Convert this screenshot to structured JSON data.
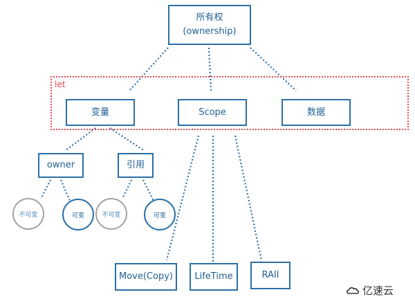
{
  "root": {
    "line1": "所有权",
    "line2": "(ownership)"
  },
  "group": {
    "label": "let"
  },
  "level1": {
    "variable": "变量",
    "scope": "Scope",
    "data": "数据"
  },
  "level2": {
    "owner": "owner",
    "reference": "引用"
  },
  "leaves": {
    "owner_immutable": "不可变",
    "owner_mutable": "可变",
    "ref_immutable": "不可变",
    "ref_mutable": "可变"
  },
  "scope_children": {
    "move": "Move(Copy)",
    "lifetime": "LifeTime",
    "raii": "RAII"
  },
  "watermark": {
    "text": "亿速云",
    "logo_icon": "cloud-logo-icon"
  },
  "colors": {
    "box_border": "#2a6fa8",
    "text": "#1f5f92",
    "dotted_line": "#2a6fa8",
    "group_border": "#e0474c",
    "grey_circle": "#a3a3a3"
  }
}
